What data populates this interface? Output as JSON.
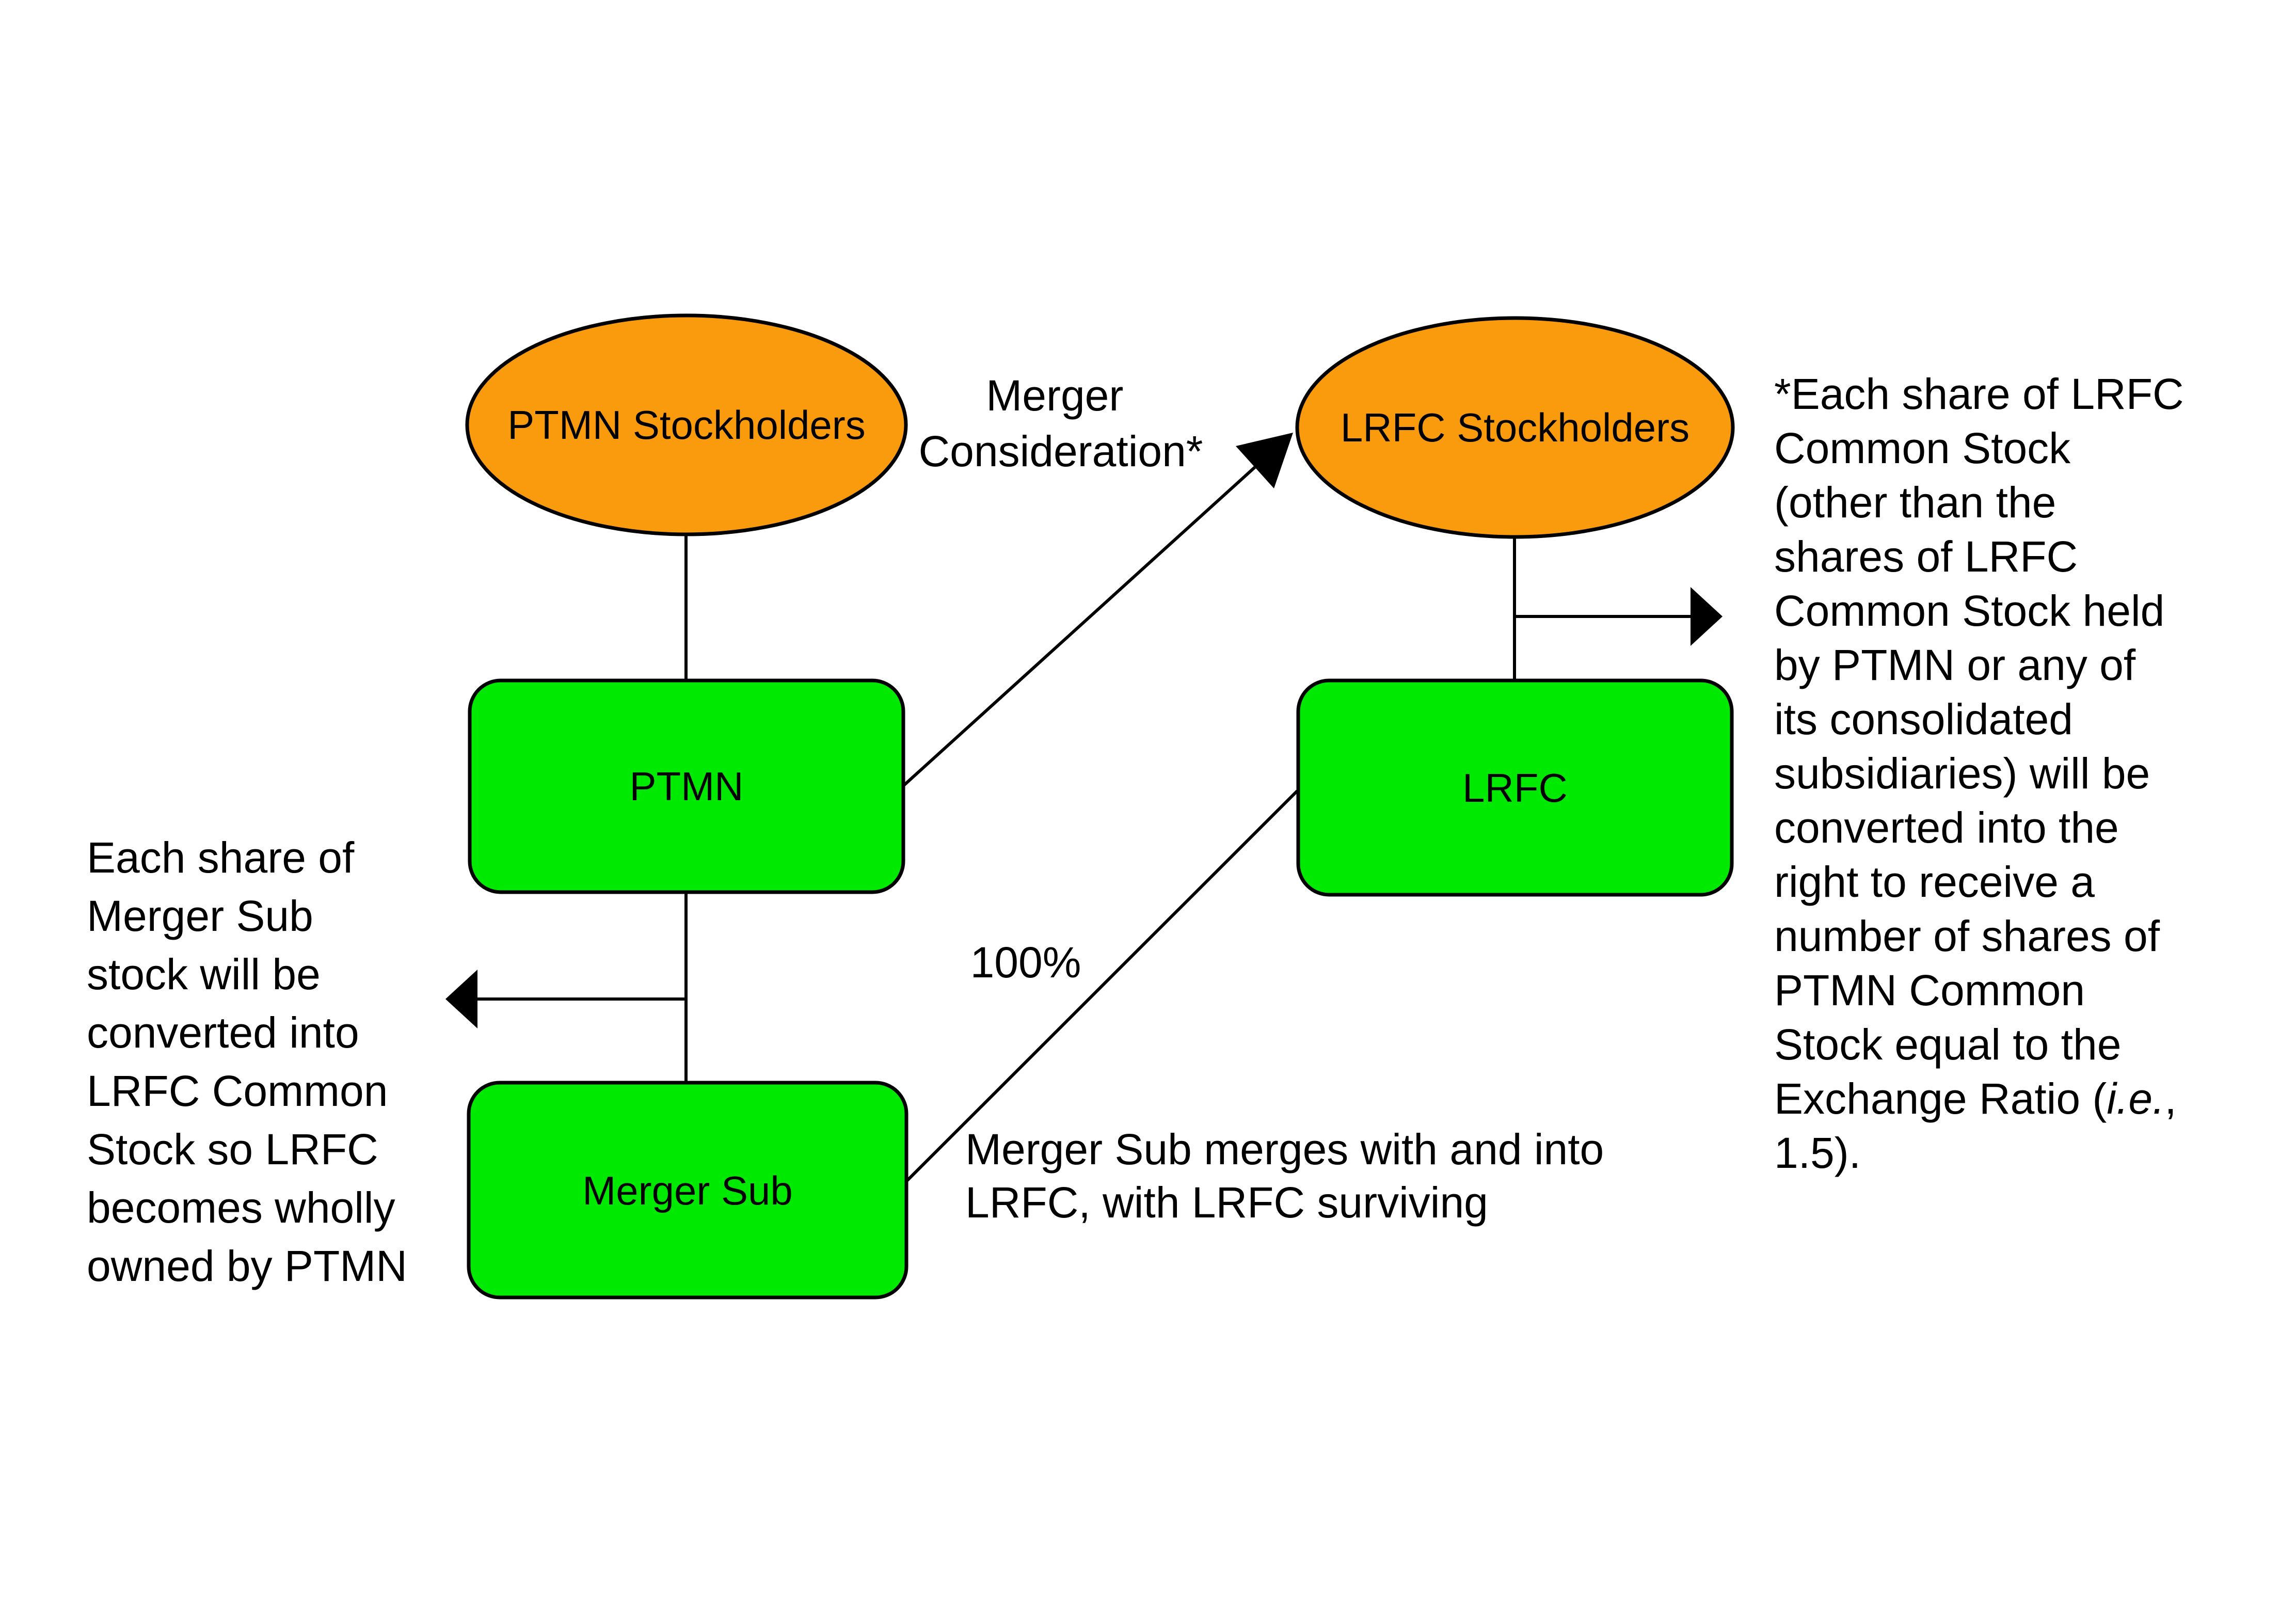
{
  "colors": {
    "background": "#FFFFFF",
    "ellipse_fill": "#FA9A0D",
    "box_fill": "#00E900",
    "stroke": "#000000",
    "text": "#000000"
  },
  "nodes": {
    "ptmn_stockholders": "PTMN Stockholders",
    "lrfc_stockholders": "LRFC Stockholders",
    "ptmn": "PTMN",
    "lrfc": "LRFC",
    "merger_sub": "Merger Sub"
  },
  "labels": {
    "merger_consideration_line1": "Merger",
    "merger_consideration_line2": "Consideration*",
    "ownership_pct": "100%"
  },
  "notes": {
    "left": {
      "lines": [
        "Each share of",
        "Merger Sub",
        "stock will be",
        "converted into",
        "LRFC Common",
        "Stock so LRFC",
        "becomes wholly",
        "owned by PTMN"
      ]
    },
    "bottom": {
      "lines": [
        "Merger Sub merges with and into",
        "LRFC, with LRFC surviving"
      ]
    },
    "right": {
      "lines": [
        "*Each share of LRFC",
        "Common Stock",
        "(other than the",
        "shares of LRFC",
        "Common Stock held",
        "by PTMN or any of",
        "its consolidated",
        "subsidiaries) will be",
        "converted into the",
        "right to receive a",
        "number of shares of",
        "PTMN Common",
        "Stock equal to the"
      ],
      "line14_prefix": "Exchange Ratio (",
      "line14_italic": "i.e.",
      "line14_suffix": ",",
      "line15": "1.5)."
    }
  }
}
